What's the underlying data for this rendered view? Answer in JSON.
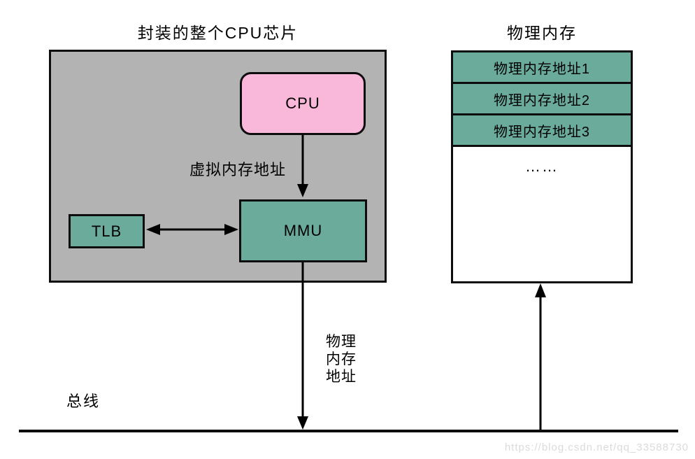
{
  "chip": {
    "title": "封装的整个CPU芯片",
    "cpu_label": "CPU",
    "tlb_label": "TLB",
    "mmu_label": "MMU",
    "virtual_address_label": "虚拟内存地址"
  },
  "memory": {
    "title": "物理内存",
    "rows": [
      "物理内存地址1",
      "物理内存地址2",
      "物理内存地址3"
    ],
    "ellipsis": "……"
  },
  "physical_address_label": {
    "lines": [
      "物理",
      "内存",
      "地址"
    ]
  },
  "bus": {
    "label": "总线"
  },
  "watermark": "https://blog.csdn.net/qq_33588730",
  "colors": {
    "chip_fill": "#b3b3b3",
    "node_teal": "#6aab9b",
    "cpu_pink": "#f9b7da",
    "line_black": "#0d0d0d",
    "watermark_gray": "#dbdbdb"
  }
}
